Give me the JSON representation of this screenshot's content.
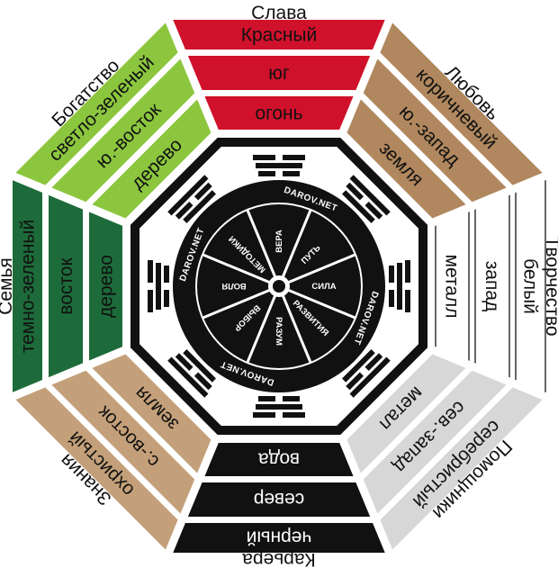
{
  "sectors": [
    {
      "direction": "south",
      "label": "Слава",
      "bands": [
        "Красный",
        "юг",
        "огонь"
      ],
      "fill": "#d0112b",
      "stroke": "#d0112b",
      "text_color": "#111111"
    },
    {
      "direction": "southwest",
      "label": "Любовь",
      "bands": [
        "коричневый",
        "ю.-запад",
        "земля"
      ],
      "fill": "#b0875e",
      "stroke": "#b0875e",
      "text_color": "#111111"
    },
    {
      "direction": "west",
      "label": "Творчество",
      "bands": [
        "белый",
        "запад",
        "металл"
      ],
      "fill": "#ffffff",
      "stroke": "#333333",
      "text_color": "#111111"
    },
    {
      "direction": "northwest",
      "label": "Помощники",
      "bands": [
        "серебристый",
        "сев.-запад",
        "метал"
      ],
      "fill": "#d7d7d7",
      "stroke": "#d7d7d7",
      "text_color": "#111111"
    },
    {
      "direction": "north",
      "label": "Карьера",
      "bands": [
        "черный",
        "север",
        "вода"
      ],
      "fill": "#111111",
      "stroke": "#111111",
      "text_color": "#ffffff"
    },
    {
      "direction": "northeast",
      "label": "Знания",
      "bands": [
        "охристый",
        "с.-восток",
        "земля"
      ],
      "fill": "#c4a07a",
      "stroke": "#c4a07a",
      "text_color": "#111111"
    },
    {
      "direction": "east",
      "label": "Семья",
      "bands": [
        "темно-зеленый",
        "восток",
        "дерево"
      ],
      "fill": "#1d6b3a",
      "stroke": "#1d6b3a",
      "text_color": "#111111"
    },
    {
      "direction": "southeast",
      "label": "Богатство",
      "bands": [
        "светло-зеленый",
        "ю.-восток",
        "дерево"
      ],
      "fill": "#8cc63f",
      "stroke": "#8cc63f",
      "text_color": "#111111"
    }
  ],
  "center": {
    "words": [
      "ПУТЬ",
      "СИЛА",
      "РАЗВИТИЯ",
      "РАЗУМ",
      "ВЫБОР",
      "ВОЛЯ",
      "МЕТОДИКИ",
      "ВЕРА"
    ],
    "watermarks": [
      "DAROV.NET",
      "DAROV.NET",
      "DAROV.NET",
      "DAROV.NET"
    ]
  }
}
